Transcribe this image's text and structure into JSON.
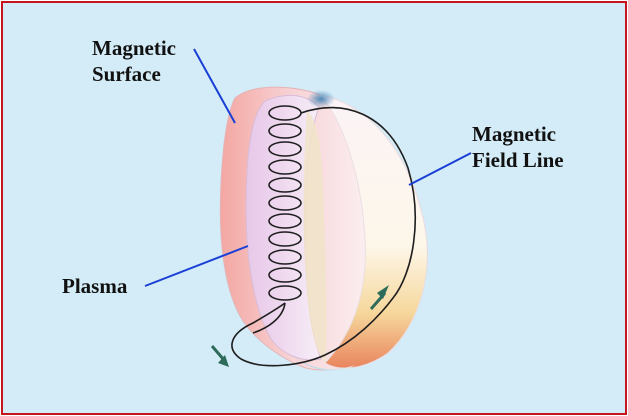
{
  "labels": {
    "magnetic_surface": [
      "Magnetic",
      "Surface"
    ],
    "magnetic_field_line": [
      "Magnetic",
      "Field Line"
    ],
    "plasma": "Plasma"
  },
  "colors": {
    "frame_border": "#c4161c",
    "background": "#d4ecf7",
    "leader_line": "#1a3fd6",
    "field_line": "#1e1e1e",
    "arrow": "#2f6b5a"
  }
}
